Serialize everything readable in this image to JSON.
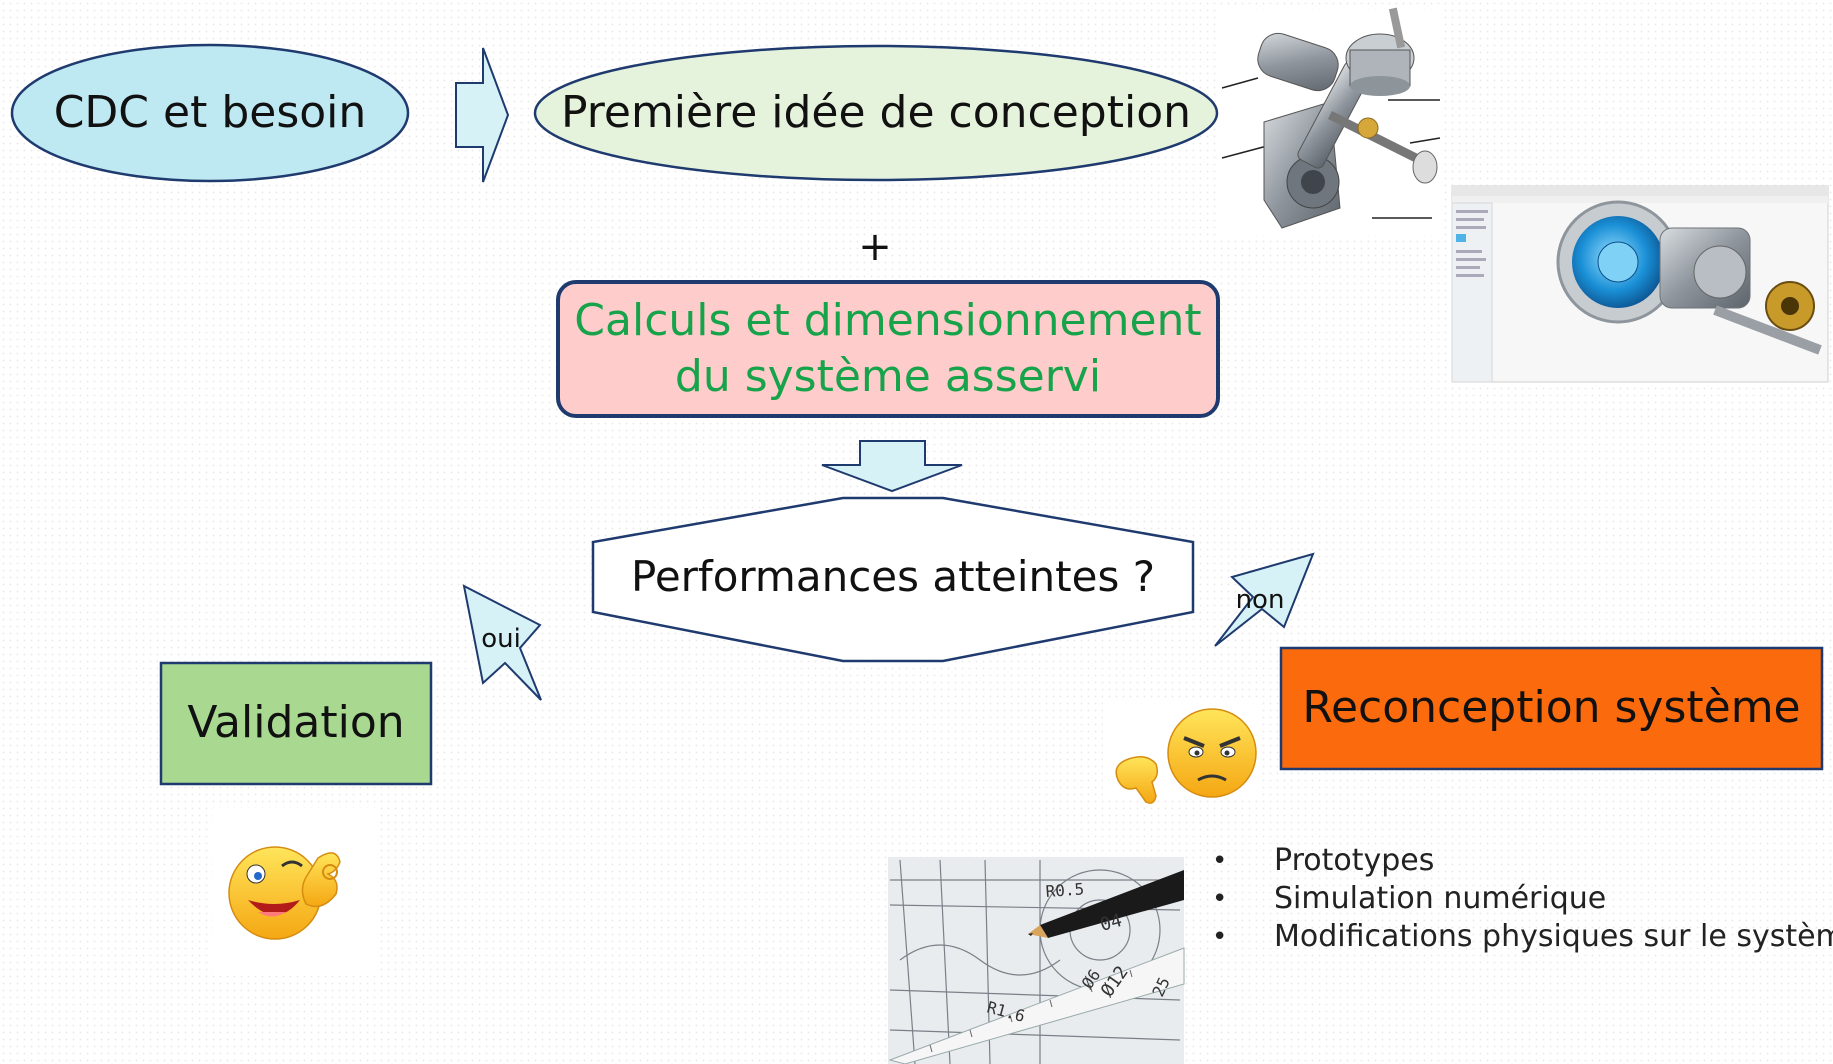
{
  "nodes": {
    "start": "CDC et besoin",
    "idea": "Première idée de conception",
    "plus": "+",
    "calc_line1": "Calculs et dimensionnement",
    "calc_line2": "du système asservi",
    "decision": "Performances atteintes ?",
    "yes_label": "oui",
    "no_label": "non",
    "validation": "Validation",
    "redesign": "Reconception système"
  },
  "bullets": [
    "Prototypes",
    "Simulation numérique",
    "Modifications physiques sur le système"
  ],
  "drawing_labels": {
    "r1": "R0.5",
    "r2": "04",
    "r3": "R1.6",
    "r4": "Ø12",
    "r5": "Ø6",
    "r6": "25"
  },
  "colors": {
    "start_fill": "#bfe9f2",
    "idea_fill": "#e6f3dc",
    "calc_fill": "#ffcccc",
    "calc_text": "#16a34a",
    "arrow_fill": "#d7f2f7",
    "validation_fill": "#a9d991",
    "redesign_fill": "#fb6a0d",
    "stroke": "#1f3a6e"
  },
  "icons": [
    "mechanical-assembly-image",
    "cad-software-image",
    "winking-ok-emoji",
    "angry-thumbs-down-emoji",
    "technical-drawing-pencil-image"
  ]
}
